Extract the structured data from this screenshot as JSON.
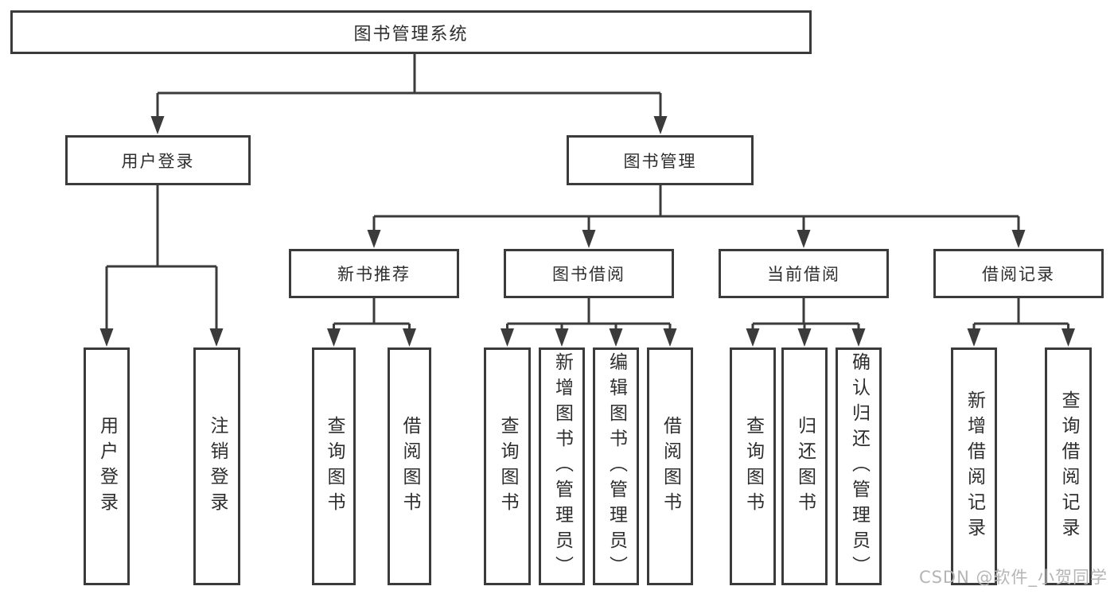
{
  "diagram": {
    "tree": {
      "label": "图书管理系统",
      "children": [
        {
          "label": "用户登录",
          "children": [
            {
              "label": "用户登录"
            },
            {
              "label": "注销登录"
            }
          ]
        },
        {
          "label": "图书管理",
          "children": [
            {
              "label": "新书推荐",
              "children": [
                {
                  "label": "查询图书"
                },
                {
                  "label": "借阅图书"
                }
              ]
            },
            {
              "label": "图书借阅",
              "children": [
                {
                  "label": "查询图书"
                },
                {
                  "label": "新增图书（管理员）"
                },
                {
                  "label": "编辑图书（管理员）"
                },
                {
                  "label": "借阅图书"
                }
              ]
            },
            {
              "label": "当前借阅",
              "children": [
                {
                  "label": "查询图书"
                },
                {
                  "label": "归还图书"
                },
                {
                  "label": "确认归还（管理员）"
                }
              ]
            },
            {
              "label": "借阅记录",
              "children": [
                {
                  "label": "新增借阅记录"
                },
                {
                  "label": "查询借阅记录"
                }
              ]
            }
          ]
        }
      ]
    },
    "watermark": "CSDN @软件_小贺同学",
    "colors": {
      "line": "#3b3b3b",
      "text": "#2e2e2e",
      "box_background": "#ffffff",
      "watermark": "#b5b5b5",
      "background": "#ffffff"
    }
  }
}
